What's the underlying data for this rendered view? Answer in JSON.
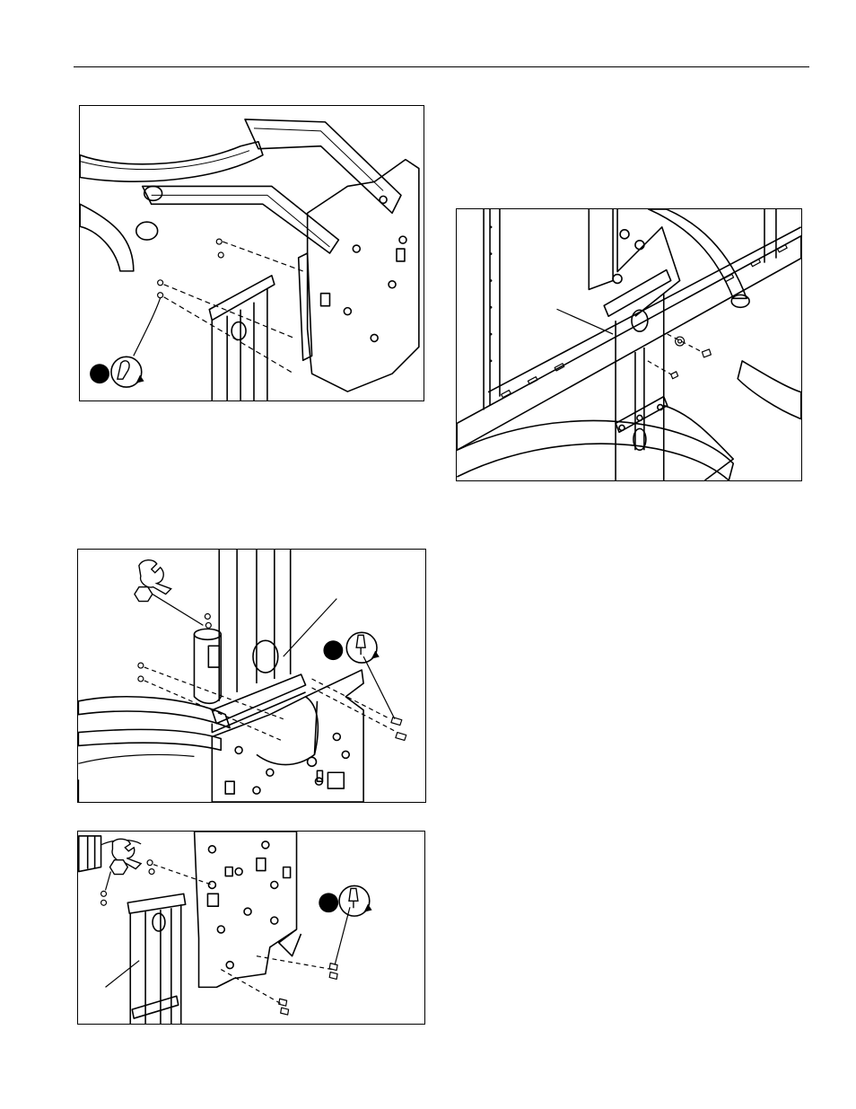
{
  "page": {
    "header_rule": true,
    "figures": [
      {
        "id": "fig-1",
        "description_icons": [
          "torque-icon"
        ],
        "callouts": [
          "step-marker"
        ]
      },
      {
        "id": "fig-2",
        "description_icons": [],
        "callouts": [
          "leader-line"
        ]
      },
      {
        "id": "fig-3",
        "description_icons": [
          "wrench-icon",
          "hex-nut-icon",
          "screwdriver-icon"
        ],
        "callouts": [
          "step-marker",
          "leader-line"
        ]
      },
      {
        "id": "fig-4",
        "description_icons": [
          "wrench-icon",
          "hex-nut-icon",
          "screwdriver-icon"
        ],
        "callouts": [
          "step-marker",
          "leader-line"
        ]
      }
    ]
  },
  "colors": {
    "ink": "#000000",
    "paper": "#ffffff"
  }
}
